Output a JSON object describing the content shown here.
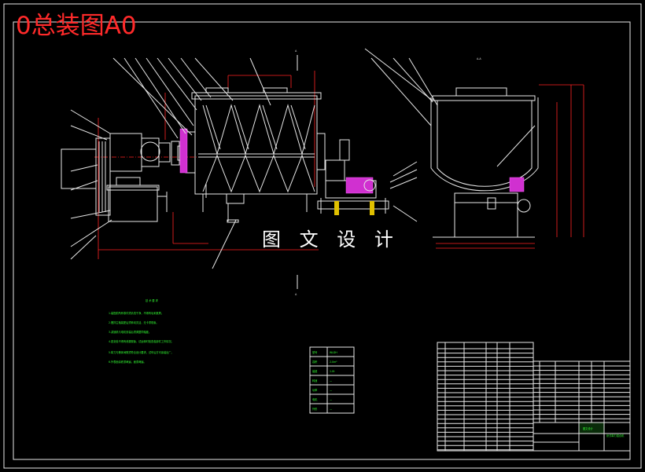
{
  "title": "0总装图A0",
  "watermark": "图 文 设 计",
  "colors": {
    "background": "#000000",
    "title": "#ff2a2a",
    "outline": "#e8e8e8",
    "dimension": "#ff2222",
    "annotation": "#22cc22",
    "highlight_part": "#d030d0"
  },
  "section_labels": {
    "cut_top": "A",
    "cut_bottom": "A",
    "section_view": "A-A"
  },
  "title_block": {
    "drawing_title": "卧式犁刀混合机",
    "stamp_label": "图文设计"
  }
}
